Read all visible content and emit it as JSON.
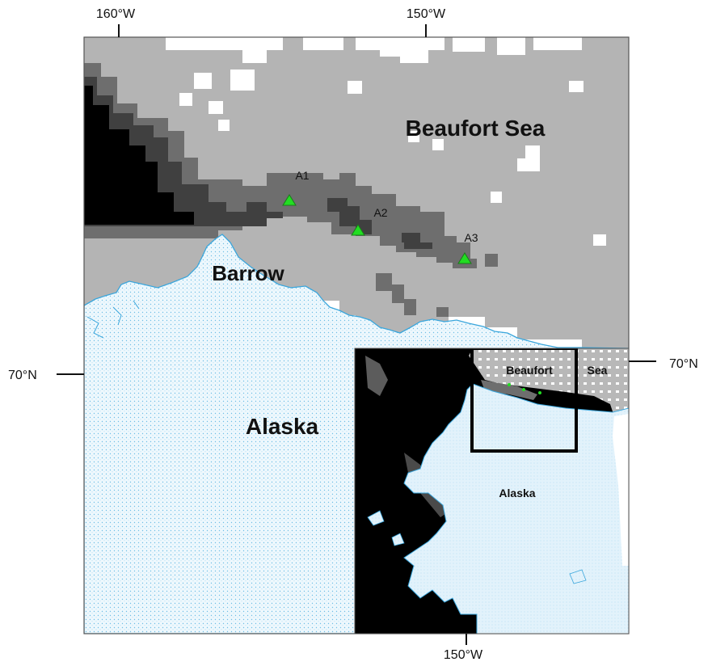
{
  "labels": {
    "lon_top_left": "160°W",
    "lon_top_right": "150°W",
    "lon_bottom": "150°W",
    "lat_left": "70°N",
    "lat_right": "70°N",
    "sea": "Beaufort Sea",
    "town": "Barrow",
    "land": "Alaska"
  },
  "stations": [
    {
      "id": "A1"
    },
    {
      "id": "A2"
    },
    {
      "id": "A3"
    }
  ],
  "inset": {
    "sea_word_1": "Beaufort",
    "sea_word_2": "Sea",
    "land": "Alaska"
  },
  "colors": {
    "open_water": "#000000",
    "ice_dark": "#404040",
    "ice_medium": "#6e6e6e",
    "ice_light": "#b4b4b4",
    "pack_ice_white": "#ffffff",
    "land_fill": "#dff0fa",
    "coastline": "#3aa6dc",
    "station_marker": "#22dd22"
  }
}
